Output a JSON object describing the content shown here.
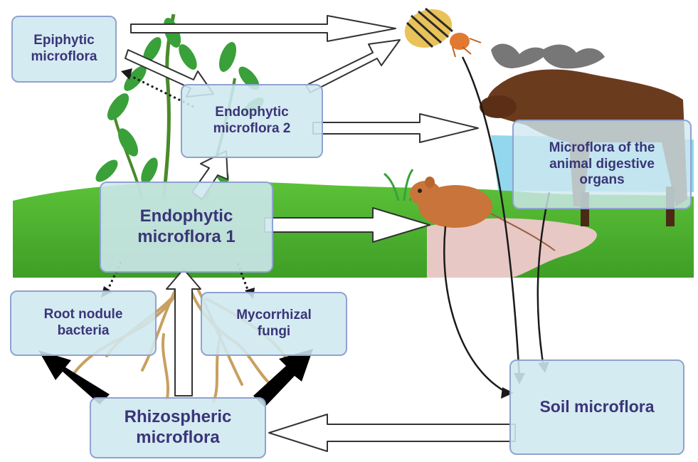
{
  "boxes": {
    "epiphytic": [
      "Epiphytic",
      "microflora"
    ],
    "endophytic_2": [
      "Endophytic",
      "microflora 2"
    ],
    "endophytic_1": [
      "Endophytic",
      "microflora 1"
    ],
    "animal_digestive": [
      "Microflora of the",
      "animal digestive",
      "organs"
    ],
    "root_nodule": [
      "Root nodule",
      "bacteria"
    ],
    "mycorrhizal": [
      "Mycorrhizal",
      "fungi"
    ],
    "rhizospheric": [
      "Rhizospheric",
      "microflora"
    ],
    "soil": [
      "Soil microflora"
    ]
  },
  "colors": {
    "box_fill": "#cfe8f0",
    "box_border": "#8ea3cf",
    "text": "#3a3578",
    "grass": "#4caf2e",
    "water": "#7fd0ea",
    "path": "#e8c8c4",
    "root": "#c8a060",
    "moose": "#6b3b1e",
    "vole": "#c8743a",
    "beetle": "#e9c25a",
    "leaf": "#3aa03a",
    "arrow_outline": "#333333",
    "arrow_solid": "#000000"
  },
  "illustrations": [
    "plant-illustration",
    "grass-ground",
    "roots",
    "colorado-beetle",
    "moose",
    "vole"
  ]
}
